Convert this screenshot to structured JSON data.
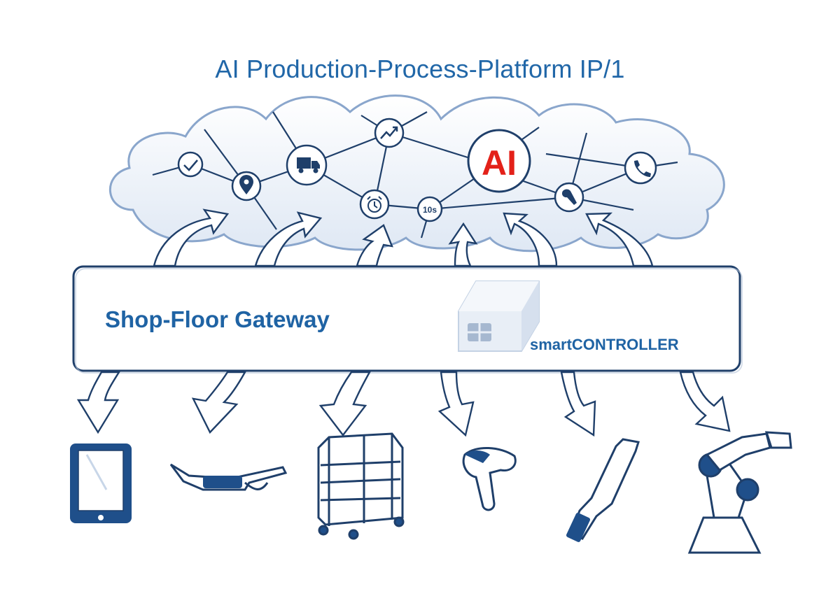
{
  "title": "AI Production-Process-Platform IP/1",
  "gateway": {
    "label": "Shop-Floor Gateway",
    "controller_label": "smartCONTROLLER"
  },
  "cloud_nodes": [
    {
      "name": "check-icon",
      "text": ""
    },
    {
      "name": "location-pin-icon",
      "text": ""
    },
    {
      "name": "truck-icon",
      "text": ""
    },
    {
      "name": "trend-chart-icon",
      "text": ""
    },
    {
      "name": "alarm-clock-icon",
      "text": ""
    },
    {
      "name": "timer-10s-icon",
      "text": "10s"
    },
    {
      "name": "ai-node",
      "text": "AI"
    },
    {
      "name": "wrench-icon",
      "text": ""
    },
    {
      "name": "phone-icon",
      "text": ""
    }
  ],
  "devices": [
    "tablet-icon",
    "smart-glasses-icon",
    "shelf-cart-icon",
    "barcode-scanner-icon",
    "torque-screwdriver-icon",
    "robot-arm-icon"
  ],
  "colors": {
    "primary": "#1f4f8a",
    "accent": "#2167a8",
    "ai_red": "#e32119",
    "cloud_fill": "#e6edf7"
  }
}
